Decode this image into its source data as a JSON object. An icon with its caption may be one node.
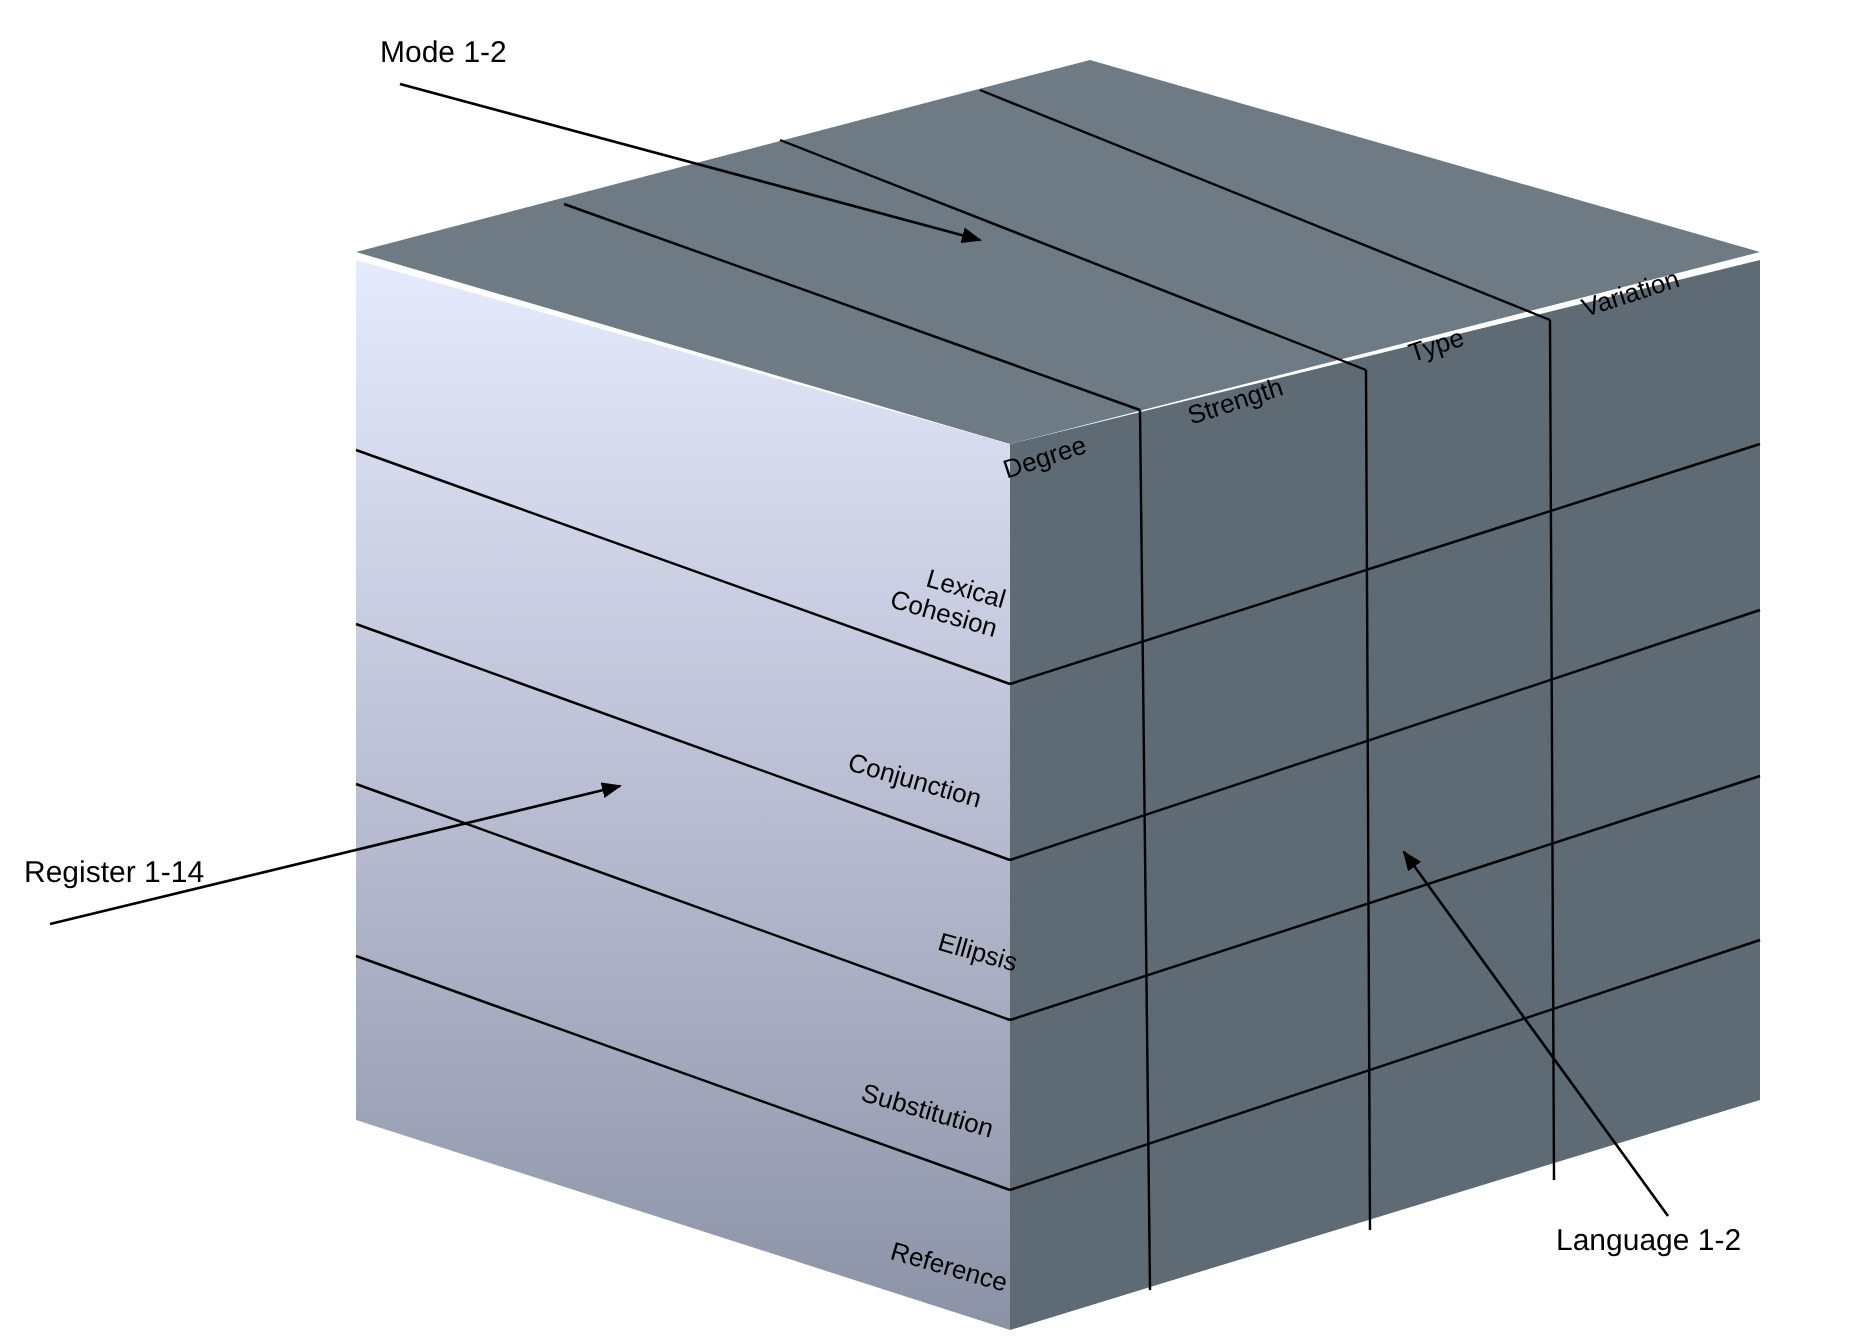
{
  "diagram": {
    "nodes": [
      {
        "text": [
          "Mode 1-2"
        ]
      },
      {
        "text": [
          "Register 1-14"
        ]
      },
      {
        "text": [
          "Language 1-2"
        ]
      },
      {
        "text": [],
        "shape": "diamond"
      },
      {
        "text": [],
        "shape": "parallelogram"
      },
      {
        "text": [],
        "shape": "parallelogram"
      }
    ],
    "edges": [
      {
        "from": 0,
        "to": 3,
        "arrow": "to"
      },
      {
        "from": 1,
        "to": 4,
        "arrow": "to"
      },
      {
        "from": 2,
        "to": 5,
        "arrow": "to"
      }
    ],
    "labels": [
      "Degree",
      "Strength",
      "Type",
      "Variation",
      "Lexical Cohesion",
      "Conjunction",
      "Ellipsis",
      "Substitution",
      "Reference"
    ]
  }
}
